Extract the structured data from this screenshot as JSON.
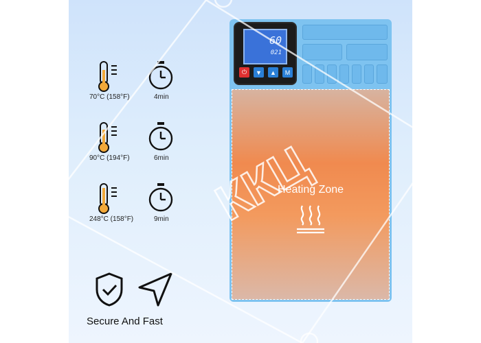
{
  "specs": [
    {
      "temp": "70°C (158°F)",
      "time": "4min"
    },
    {
      "temp": "90°C (194°F)",
      "time": "6min"
    },
    {
      "temp": "248°C (158°F)",
      "time": "9min"
    }
  ],
  "feature": {
    "label": "Secure And Fast"
  },
  "controller": {
    "display_main": "60",
    "display_sub": "021",
    "buttons": [
      "power",
      "down",
      "up",
      "M"
    ]
  },
  "mat": {
    "label": "Heating Zone"
  },
  "watermark": {
    "text": "ККЦ"
  },
  "colors": {
    "station": "#7ec3f0",
    "mat_hot": "#f08a4f",
    "lcd": "#3a72d9",
    "power_button": "#e03030",
    "accent_blue": "#2a7fd6"
  }
}
